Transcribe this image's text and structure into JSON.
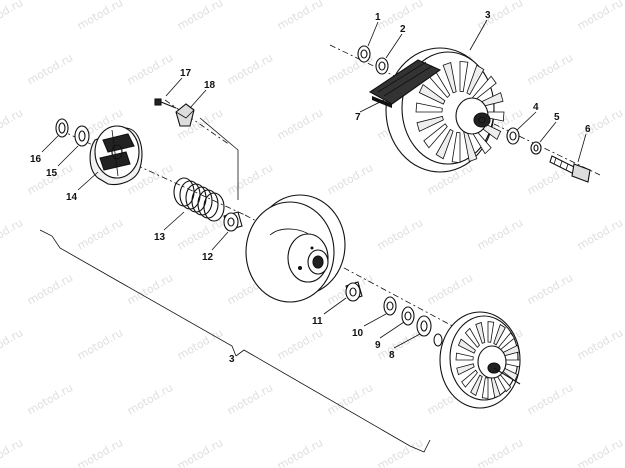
{
  "watermark": "motod.ru",
  "callouts": {
    "c1": "1",
    "c2": "2",
    "c3": "3",
    "c4": "4",
    "c5": "5",
    "c6": "6",
    "c7": "7",
    "c8": "8",
    "c9": "9",
    "c10": "10",
    "c11": "11",
    "c12": "12",
    "c13": "13",
    "c14": "14",
    "c15": "15",
    "c16": "16",
    "c17": "17",
    "c18": "18",
    "assembly": "3"
  }
}
